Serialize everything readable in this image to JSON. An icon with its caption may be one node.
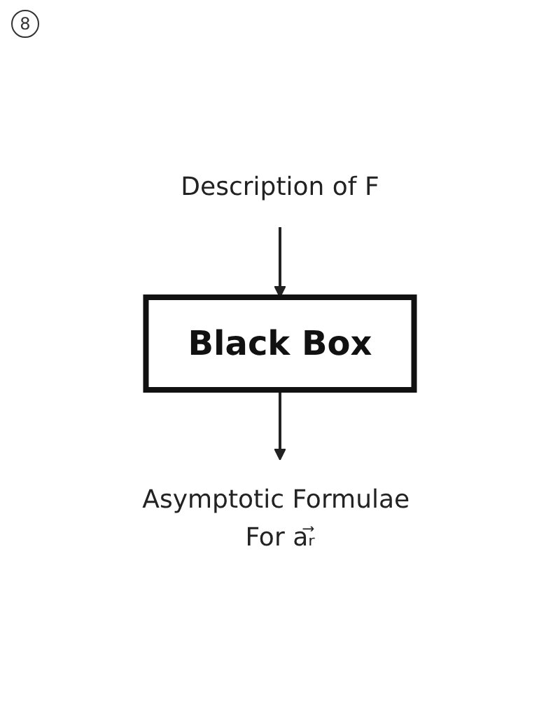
{
  "diagram": {
    "nodes": [
      {
        "text": [
          "Description of F"
        ]
      },
      {
        "text": [
          "Black Box"
        ]
      },
      {
        "text": [
          "Asymptotic Formulae For aᵣ⃗"
        ]
      }
    ],
    "edges": [
      {
        "from": 0,
        "to": 1,
        "arrow": "to"
      },
      {
        "from": 1,
        "to": 2,
        "arrow": "to"
      }
    ],
    "labels": [
      "8"
    ]
  }
}
